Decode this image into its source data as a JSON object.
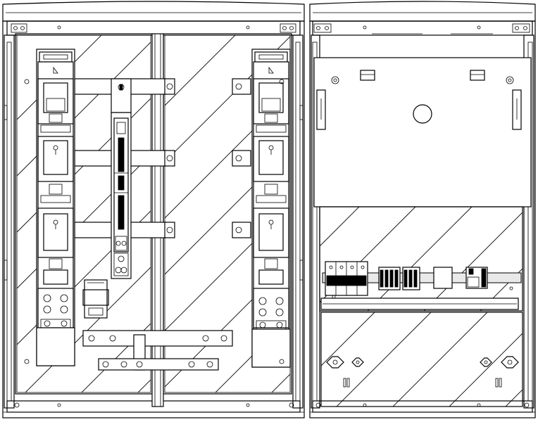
{
  "drawing": {
    "kind": "technical line drawing of an electrical distribution cabinet",
    "text_visible": false,
    "colors": {
      "line": "#000000",
      "fill": "#ffffff",
      "shade": "#e9e9e9"
    },
    "left_section": {
      "doors": 2,
      "fuse_switch_disconnectors": 2,
      "inline_fuse_unit": 1,
      "fuses_per_disconnector": 3
    },
    "right_section": {
      "din_rail_devices": 7,
      "lifting_eyes": 2,
      "cable_entry_glands": 4
    }
  }
}
